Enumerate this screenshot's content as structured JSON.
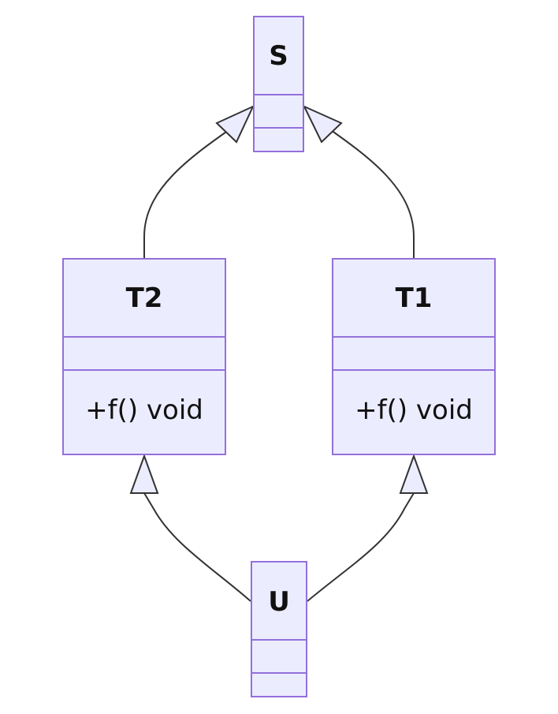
{
  "classes": {
    "s": {
      "name": "S",
      "attributes": [],
      "methods": []
    },
    "t2": {
      "name": "T2",
      "attributes": [],
      "methods": [
        "+f() void"
      ]
    },
    "t1": {
      "name": "T1",
      "attributes": [],
      "methods": [
        "+f() void"
      ]
    },
    "u": {
      "name": "U",
      "attributes": [],
      "methods": []
    }
  },
  "relations": [
    {
      "from": "T2",
      "to": "S",
      "type": "inheritance"
    },
    {
      "from": "T1",
      "to": "S",
      "type": "inheritance"
    },
    {
      "from": "U",
      "to": "T2",
      "type": "inheritance"
    },
    {
      "from": "U",
      "to": "T1",
      "type": "inheritance"
    }
  ],
  "colors": {
    "box_fill": "#ececff",
    "box_stroke": "#9370db",
    "edge": "#333333",
    "text": "#111111"
  }
}
